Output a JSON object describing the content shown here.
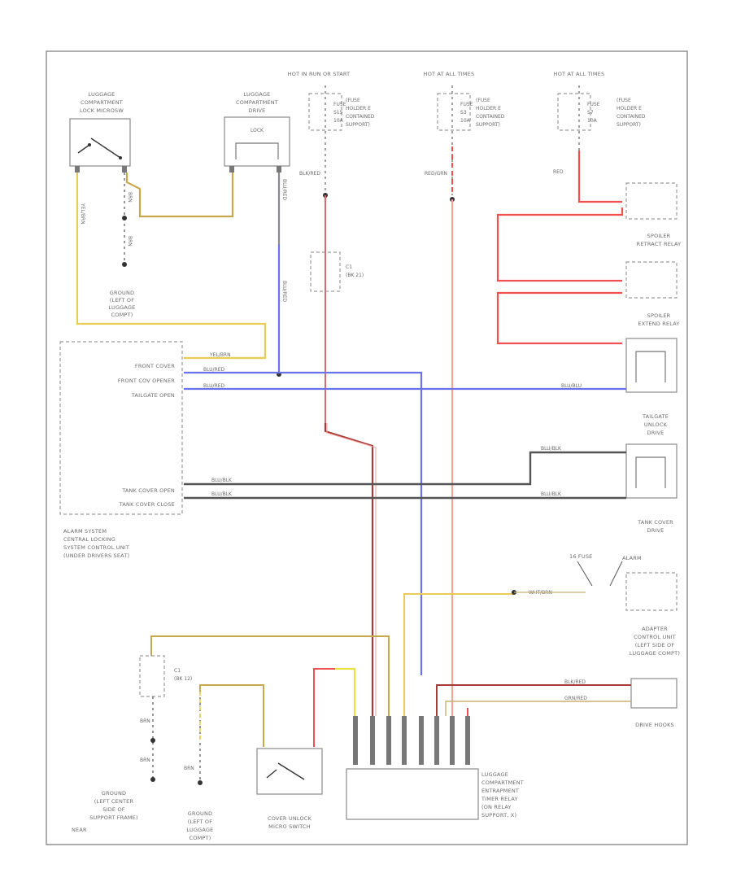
{
  "power": {
    "hot_run_start": "HOT IN RUN OR START",
    "hot_at_all_times_1": "HOT AT ALL TIMES",
    "hot_at_all_times_2": "HOT AT ALL TIMES"
  },
  "fuses": {
    "f1": {
      "label": "FUSE",
      "num": "S15",
      "amps": "10A"
    },
    "f2": {
      "label": "FUSE",
      "num": "S3",
      "amps": "10A"
    },
    "f3": {
      "label": "FUSE",
      "num": "S7",
      "amps": "10A"
    },
    "holder_note": [
      "(FUSE",
      "HOLDER E",
      "CONTAINED",
      "SUPPORT)"
    ]
  },
  "components": {
    "micro_switch": [
      "LUGGAGE",
      "COMPARTMENT",
      "LOCK MICROSW"
    ],
    "lock_drive": [
      "LUGGAGE",
      "COMPARTMENT",
      "DRIVE"
    ],
    "lock_drive_inner": "LOCK",
    "ground_1": [
      "GROUND",
      "(LEFT OF",
      "LUGGAGE",
      "COMPT)"
    ],
    "spoiler_retract": [
      "SPOILER",
      "RETRACT RELAY"
    ],
    "spoiler_extend": [
      "SPOILER",
      "EXTEND RELAY"
    ],
    "tailgate_unlock": [
      "TAILGATE",
      "UNLOCK",
      "DRIVE"
    ],
    "tank_cover_drive": [
      "TANK COVER",
      "DRIVE"
    ],
    "alarm_unit": [
      "ALARM SYSTEM",
      "CENTRAL LOCKING",
      "SYSTEM CONTROL UNIT",
      "(UNDER DRIVERS SEAT)"
    ],
    "ind_fuse": "16 FUSE",
    "alarm_label": "ALARM",
    "adapter_unit": [
      "ADAPTER",
      "CONTROL UNIT",
      "(LEFT SIDE OF",
      "LUGGAGE COMPT)"
    ],
    "drive_hooks": "DRIVE HOOKS",
    "ground_2": [
      "GROUND",
      "(LEFT CENTER",
      "SIDE OF",
      "SUPPORT FRAME)",
      "NEAR"
    ],
    "ground_3": [
      "GROUND",
      "(LEFT OF",
      "LUGGAGE",
      "COMPT)"
    ],
    "cover_switch": [
      "COVER UNLOCK",
      "MICRO SWITCH"
    ],
    "timer_relay": [
      "LUGGAGE",
      "COMPARTMENT",
      "ENTRAPMENT",
      "TIMER RELAY",
      "(ON RELAY",
      "SUPPORT, X)"
    ]
  },
  "connectors": {
    "c1": [
      "C1",
      "(BK 21)"
    ],
    "c2": [
      "C1",
      "(BK 12)"
    ]
  },
  "alarm_pins": {
    "front_cover": "FRONT COVER",
    "front_cov_opener": "FRONT COV OPENER",
    "tailgate_open": "TAILGATE OPEN",
    "tank_cover_a": "TANK COVER OPEN",
    "tank_cover_b": "TANK COVER CLOSE"
  },
  "wires": {
    "yel_brn": "YEL/BRN",
    "blu_red": "BLU/RED",
    "blu_red2": "BLU/RED",
    "blu_blu": "BLU/BLU",
    "blu_blk": "BLU/BLK",
    "blu_blk2": "BLU/BLK",
    "blk_red": "BLK/RED",
    "red_grn": "RED/GRN",
    "red": "RED",
    "brn": "BRN",
    "wht_brn": "WHT/BRN",
    "blk_red2": "BLK/RED",
    "grn_red": "GRN/RED"
  },
  "colors": {
    "yellow": "#e8cc55",
    "gold": "#c8a84c",
    "red": "#f05050",
    "pink": "#f3a59c",
    "blue": "#6a72e8",
    "darkred": "#a83a3a",
    "outline": "#8a8a8a"
  }
}
